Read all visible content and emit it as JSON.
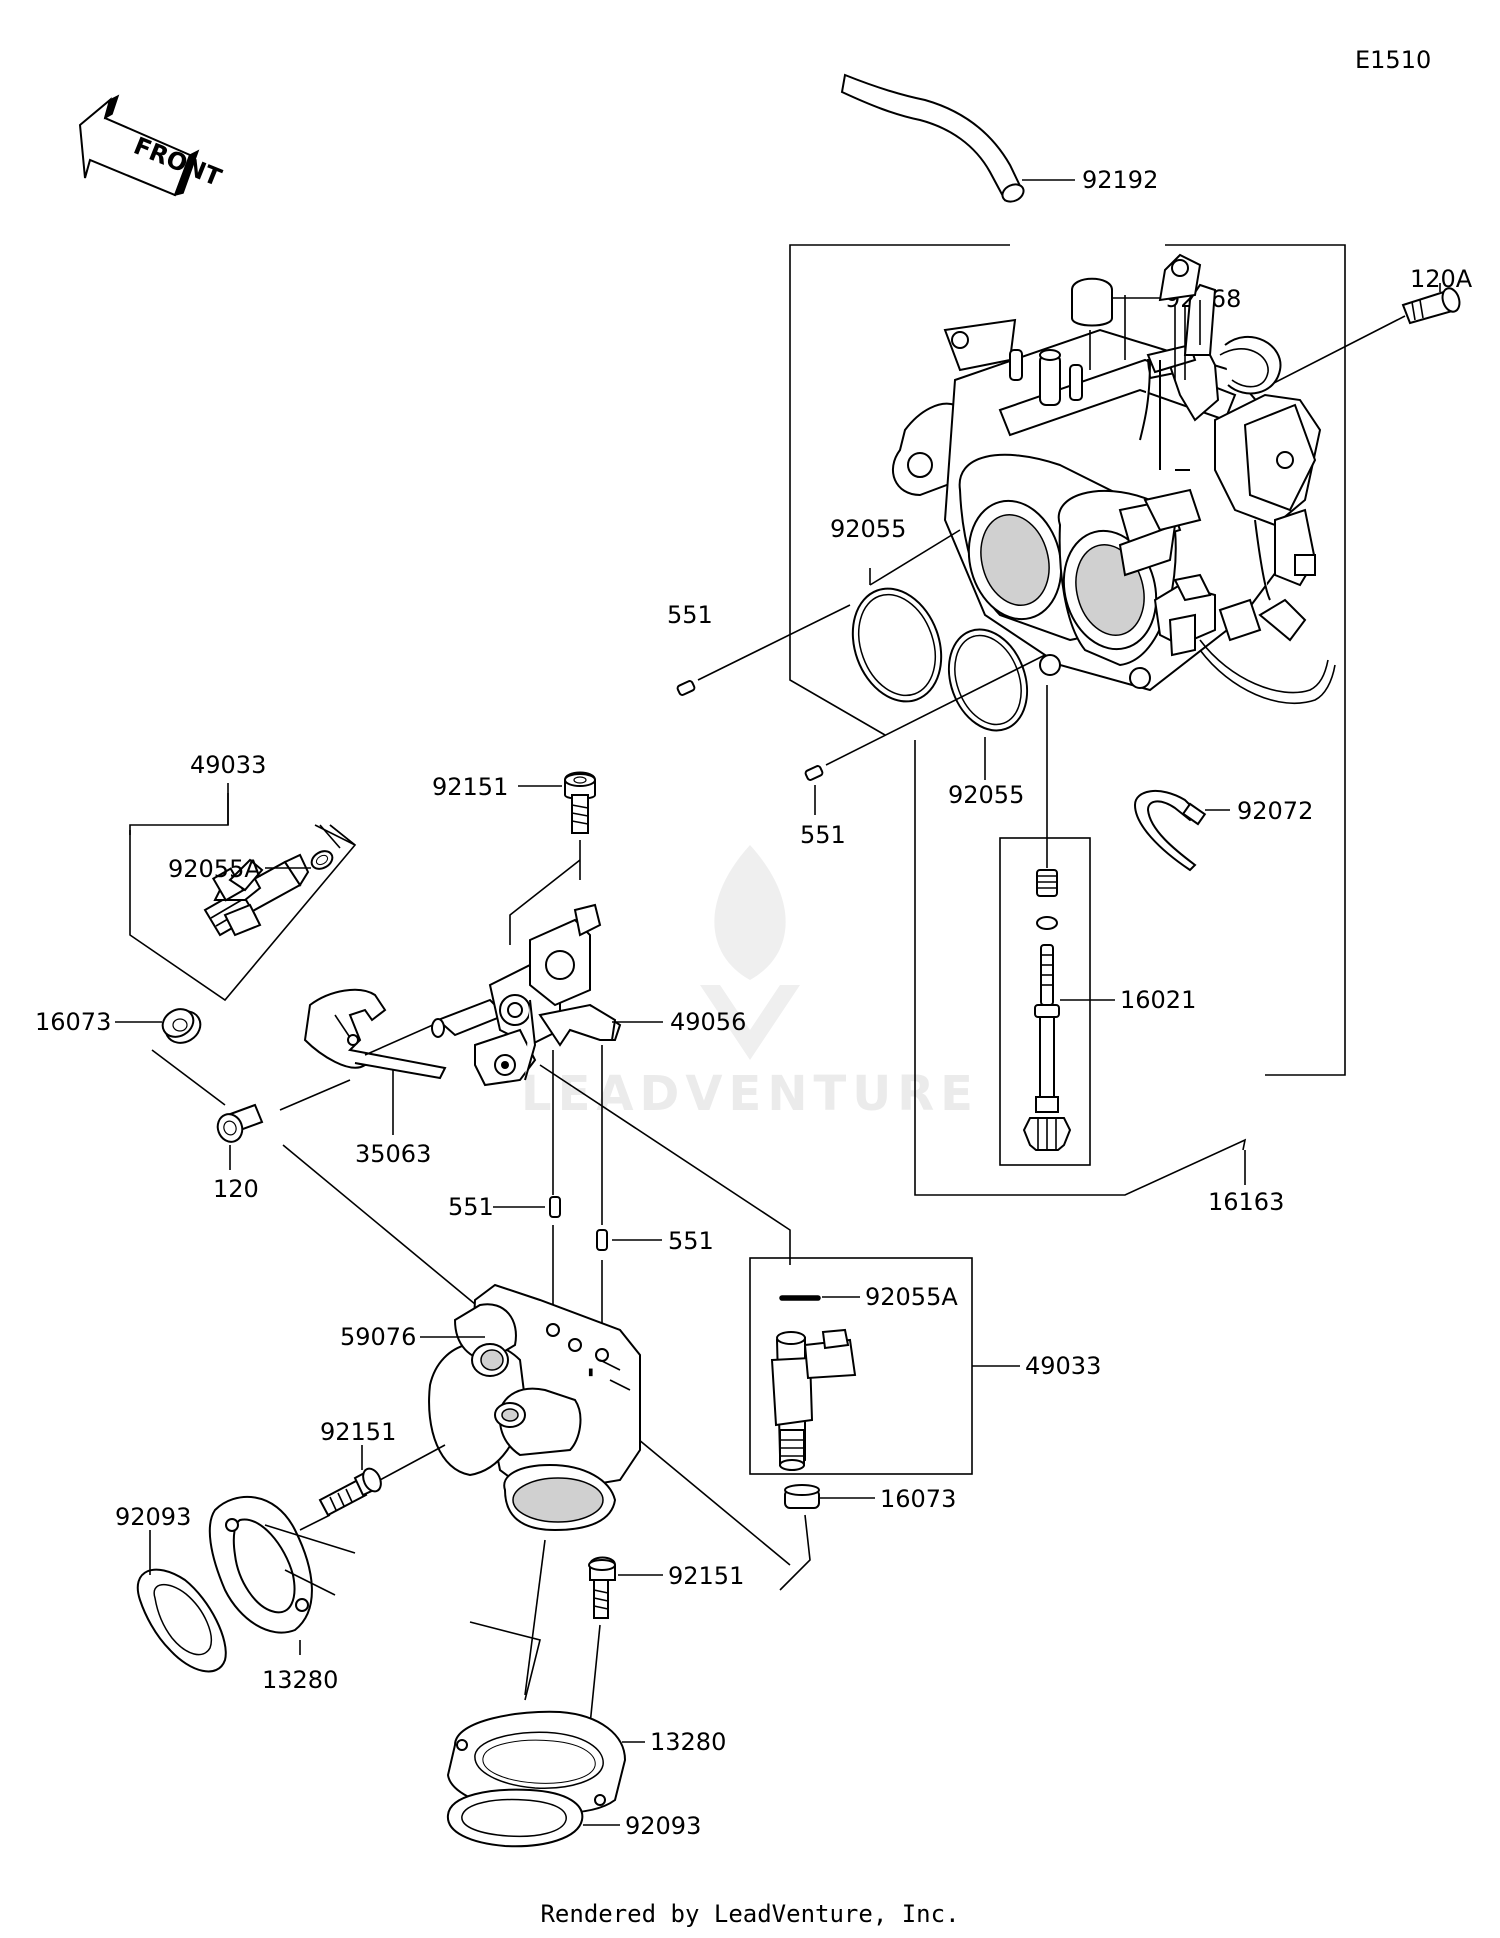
{
  "diagram_code": "E1510",
  "front_arrow_text": "FRONT",
  "watermark_text": "LEADVENTURE",
  "footer_text": "Rendered by LeadVenture, Inc.",
  "callouts": {
    "c92192": "92192",
    "c92068": "92068",
    "c120A": "120A",
    "c92055_top": "92055",
    "c551_top": "551",
    "c92055_mid": "92055",
    "c551_mid": "551",
    "c92072": "92072",
    "c16021": "16021",
    "c16163": "16163",
    "c49033_left": "49033",
    "c92055A_left": "92055A",
    "c16073_left": "16073",
    "c92151_top": "92151",
    "c49056": "49056",
    "c35063": "35063",
    "c120": "120",
    "c551_a": "551",
    "c551_b": "551",
    "c92055A_right": "92055A",
    "c49033_right": "49033",
    "c59076": "59076",
    "c92151_mid": "92151",
    "c16073_right": "16073",
    "c92093_left": "92093",
    "c13280_left": "13280",
    "c92151_low": "92151",
    "c13280_right": "13280",
    "c92093_right": "92093"
  }
}
